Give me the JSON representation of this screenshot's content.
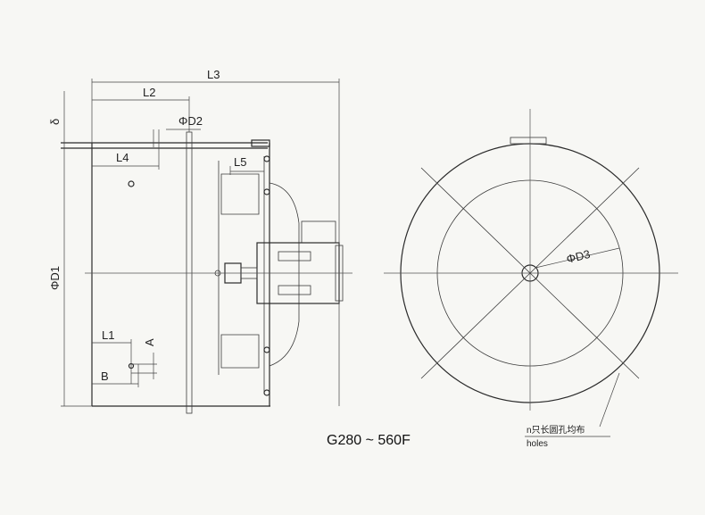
{
  "diagram": {
    "model_caption": "G280 ~ 560F",
    "side_view": {
      "dimensions": {
        "l3": "L3",
        "l2": "L2",
        "l4": "L4",
        "l5": "L5",
        "l1": "L1",
        "a": "A",
        "b": "B",
        "delta": "δ",
        "d1": "ΦD1",
        "d2": "ΦD2"
      }
    },
    "front_view": {
      "dimensions": {
        "d3": "ΦD3"
      },
      "holes_note_cn": "n只长圆孔均布",
      "holes_note_en": "holes"
    }
  }
}
